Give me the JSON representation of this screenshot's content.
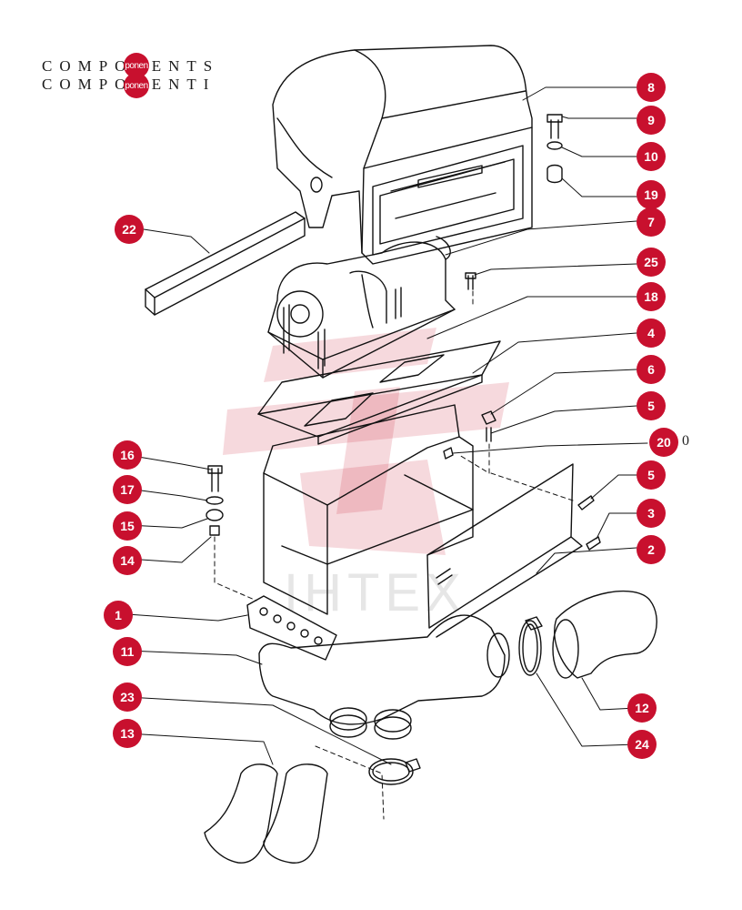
{
  "heading": {
    "line1": "COMPONENTS",
    "line2": "COMPONENTI"
  },
  "heading_badge_label": "ponen",
  "watermark_text": "IHTEX",
  "accent_color": "#c8102e",
  "callouts": [
    "8",
    "9",
    "10",
    "19",
    "22",
    "7",
    "25",
    "18",
    "4",
    "6",
    "5",
    "20",
    "16",
    "17",
    "15",
    "14",
    "5",
    "3",
    "2",
    "1",
    "11",
    "12",
    "23",
    "13",
    "24"
  ],
  "stray_digit": "0"
}
